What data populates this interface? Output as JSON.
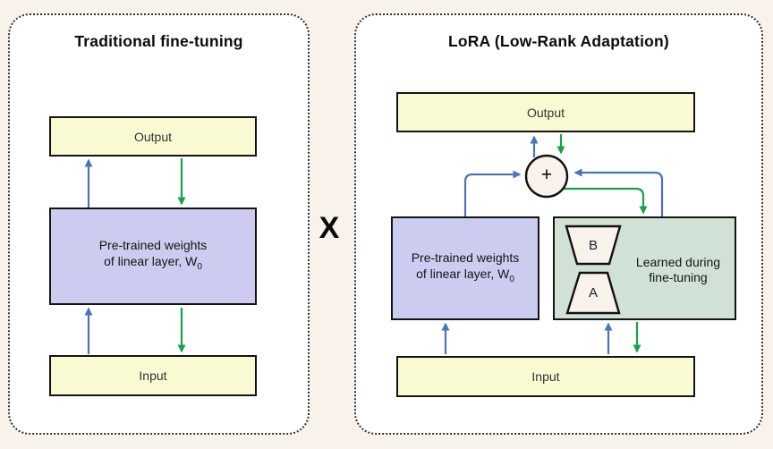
{
  "figure": {
    "multiply_symbol": "X"
  },
  "left_panel": {
    "title": "Traditional fine-tuning",
    "output_box": "Output",
    "weights_box": {
      "line1": "Pre-trained weights",
      "line2": "of linear layer, W",
      "subscript": "0"
    },
    "input_box": "Input"
  },
  "right_panel": {
    "title": "LoRA (Low-Rank Adaptation)",
    "output_box": "Output",
    "plus_node": "+",
    "weights_box": {
      "line1": "Pre-trained weights",
      "line2": "of linear layer, W",
      "subscript": "0"
    },
    "lora_box": {
      "b_label": "B",
      "a_label": "A",
      "caption_line1": "Learned during",
      "caption_line2": "fine-tuning"
    },
    "input_box": "Input"
  },
  "colors": {
    "page_bg": "#f9f2ea",
    "panel_bg": "#ffffff",
    "io_box_fill": "#fafad2",
    "weights_box_fill": "#ccccf1",
    "lora_box_fill": "#d0e2d5",
    "node_fill": "#f9f2ea",
    "box_border": "#141414",
    "forward_arrow": "#4d74b9",
    "backward_arrow": "#16a24b"
  }
}
